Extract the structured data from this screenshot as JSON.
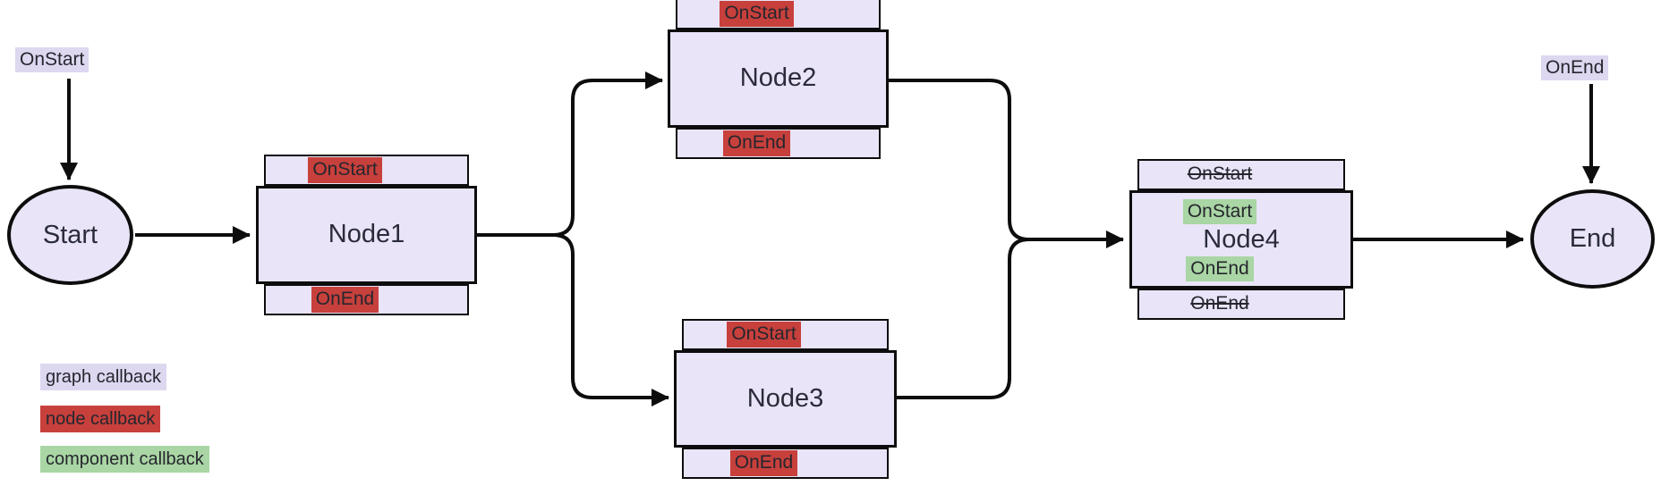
{
  "legend": {
    "items": [
      {
        "label": "graph callback",
        "color": "#ddd8f0",
        "kind": "graph"
      },
      {
        "label": "node callback",
        "color": "#c7403c",
        "kind": "node"
      },
      {
        "label": "component callback",
        "color": "#a9d6a4",
        "kind": "component"
      }
    ]
  },
  "graph_callbacks": {
    "on_start": "OnStart",
    "on_end": "OnEnd"
  },
  "terminals": {
    "start": {
      "label": "Start"
    },
    "end": {
      "label": "End"
    }
  },
  "nodes": [
    {
      "id": "Node1",
      "title": "Node1",
      "top_callback": "OnStart",
      "bottom_callback": "OnEnd"
    },
    {
      "id": "Node2",
      "title": "Node2",
      "top_callback": "OnStart",
      "bottom_callback": "OnEnd"
    },
    {
      "id": "Node3",
      "title": "Node3",
      "top_callback": "OnStart",
      "bottom_callback": "OnEnd"
    },
    {
      "id": "Node4",
      "title": "Node4",
      "top_tab_callback": "OnStart",
      "bottom_tab_callback": "OnEnd",
      "top_tab_disabled": true,
      "bottom_tab_disabled": true,
      "component_on_start": "OnStart",
      "component_on_end": "OnEnd"
    }
  ],
  "edges": [
    {
      "from": "OnStart",
      "to": "Start",
      "kind": "graph-callback"
    },
    {
      "from": "Start",
      "to": "Node1",
      "kind": "flow"
    },
    {
      "from": "Node1",
      "to": "Node2",
      "kind": "flow"
    },
    {
      "from": "Node1",
      "to": "Node3",
      "kind": "flow"
    },
    {
      "from": "Node2",
      "to": "Node4",
      "kind": "flow"
    },
    {
      "from": "Node3",
      "to": "Node4",
      "kind": "flow"
    },
    {
      "from": "Node4",
      "to": "End",
      "kind": "flow"
    },
    {
      "from": "OnEnd",
      "to": "End",
      "kind": "graph-callback"
    }
  ],
  "colors": {
    "node_fill": "#e9e4f8",
    "graph_callback_bg": "#ddd8f0",
    "node_callback_bg": "#c7403c",
    "component_callback_bg": "#a9d6a4",
    "stroke": "#0d0d0d",
    "text": "#2b2b3a"
  }
}
